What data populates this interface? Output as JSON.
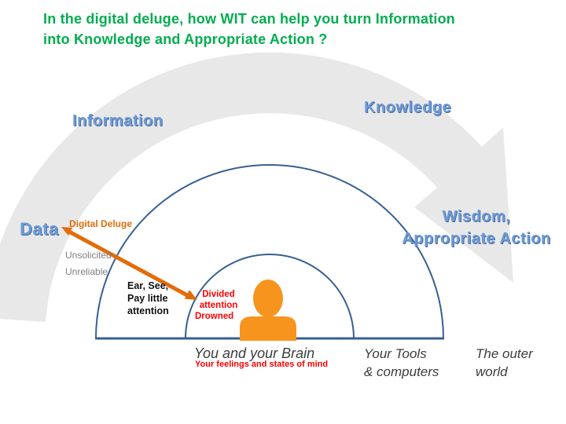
{
  "title": {
    "line1": "In the digital deluge, how WIT can help you turn Information",
    "line2": "into Knowledge and Appropriate Action ?"
  },
  "stage_labels": {
    "data": "Data",
    "information": "Information",
    "knowledge": "Knowledge",
    "wisdom_line1": "Wisdom,",
    "wisdom_line2": "Appropriate Action"
  },
  "annotations": {
    "digital_deluge": "Digital Deluge",
    "unsolicited": "Unsolicited",
    "unreliable": "Unreliable",
    "ear_see_line1": "Ear, See,",
    "ear_see_line2": "Pay little",
    "ear_see_line3": "attention",
    "divided_line1": "Divided",
    "divided_line2": "attention",
    "drowned": "Drowned"
  },
  "zones": {
    "brain_title": "You and your Brain",
    "brain_subtitle": "Your feelings and states of mind",
    "tools_line1": "Your Tools",
    "tools_line2": "& computers",
    "world_line1": "The outer",
    "world_line2": "world"
  },
  "colors": {
    "title_green": "#00AD4F",
    "label_blue": "#6E9AD6",
    "arc_blue": "#376092",
    "arrow_orange": "#E36C0A",
    "person_orange": "#F7941E",
    "alert_red": "#FF0000",
    "band_gray": "#E8E8E8",
    "note_gray": "#7F7F7F"
  }
}
